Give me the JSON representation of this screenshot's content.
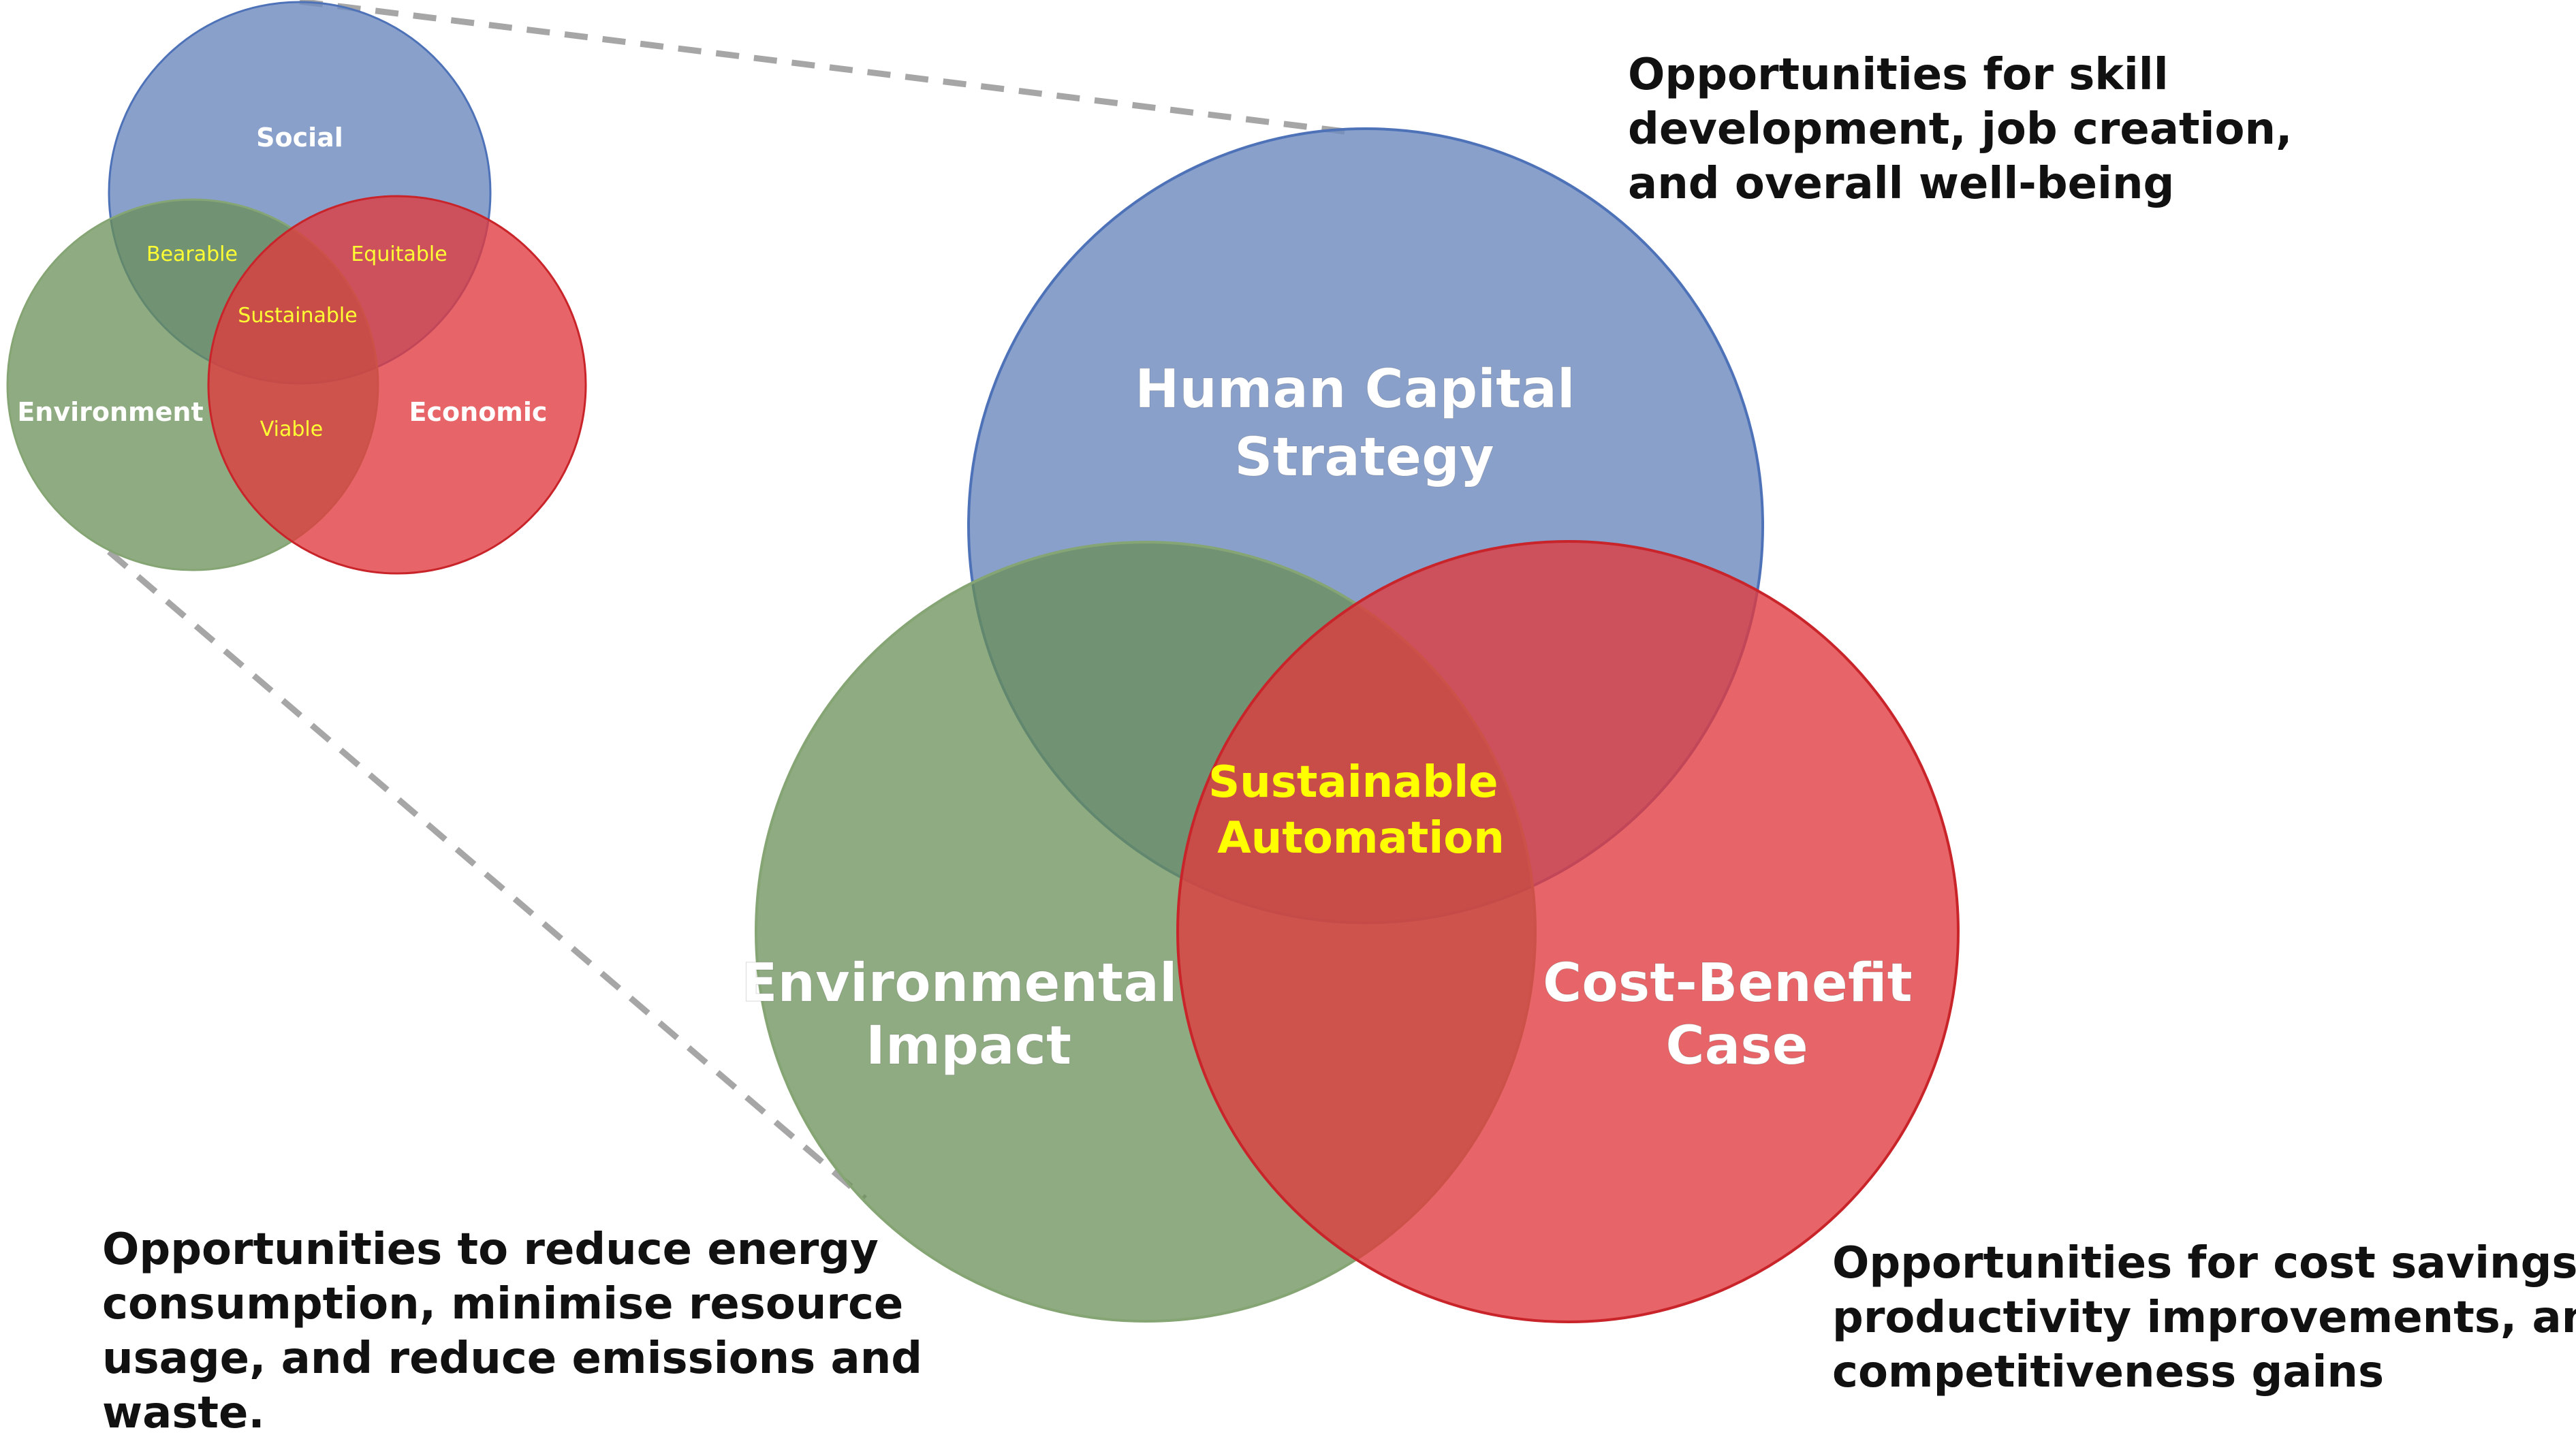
{
  "main_diagram": {
    "top_circle": {
      "label_lines": [
        "Human Capital",
        "Strategy"
      ],
      "color": "#6f8bbf"
    },
    "left_circle": {
      "label_lines": [
        "Environmental",
        "Impact"
      ],
      "color": "#6a8f57"
    },
    "right_circle": {
      "label_lines": [
        "Cost-Benefit",
        "Case"
      ],
      "color": "#e03a3e"
    },
    "center_label_lines": [
      "Sustainable",
      "Automation"
    ],
    "center_label_color": "#ffff00"
  },
  "inset_diagram": {
    "social_label": "Social",
    "environment_label": "Environment",
    "economic_label": "Economic",
    "bearable_label": "Bearable",
    "equitable_label": "Equitable",
    "viable_label": "Viable",
    "sustainable_label": "Sustainable"
  },
  "callouts": {
    "top_lines": [
      "Opportunities for skill",
      "development, job creation,",
      "and overall well-being"
    ],
    "left_lines": [
      "Opportunities to reduce energy",
      "consumption, minimise resource",
      "usage, and reduce emissions and",
      "waste."
    ],
    "right_lines": [
      "Opportunities for cost savings,",
      "productivity improvements, and",
      "competitiveness gains"
    ]
  }
}
